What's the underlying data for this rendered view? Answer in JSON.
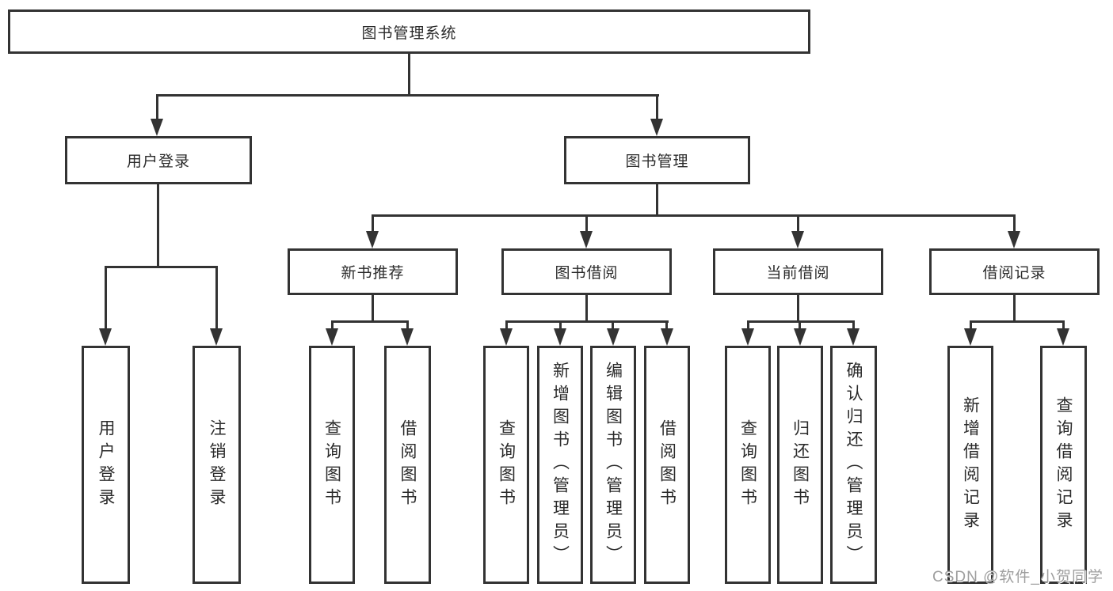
{
  "diagram": {
    "root": "图书管理系统",
    "branches": [
      {
        "label": "用户登录",
        "leaves": [
          "用户登录",
          "注销登录"
        ]
      },
      {
        "label": "图书管理",
        "groups": [
          {
            "label": "新书推荐",
            "leaves": [
              "查询图书",
              "借阅图书"
            ]
          },
          {
            "label": "图书借阅",
            "leaves": [
              "查询图书",
              "新增图书（管理员）",
              "编辑图书（管理员）",
              "借阅图书"
            ]
          },
          {
            "label": "当前借阅",
            "leaves": [
              "查询图书",
              "归还图书",
              "确认归还（管理员）"
            ]
          },
          {
            "label": "借阅记录",
            "leaves": [
              "新增借阅记录",
              "查询借阅记录"
            ]
          }
        ]
      }
    ]
  },
  "watermark": {
    "text": "CSDN @软件_小贺同学",
    "color": "#9e9e9e"
  },
  "colors": {
    "line": "#333333",
    "text": "#2b2b2b",
    "background": "#ffffff"
  }
}
